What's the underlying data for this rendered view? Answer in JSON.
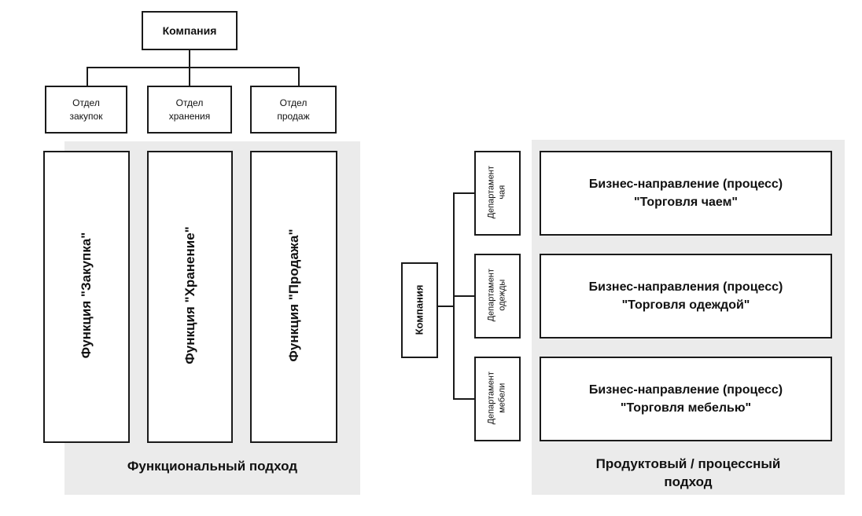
{
  "functional": {
    "company": "Компания",
    "departments": [
      "Отдел\nзакупок",
      "Отдел\nхранения",
      "Отдел\nпродаж"
    ],
    "functions": [
      "Функция \"Закупка\"",
      "Функция \"Хранение\"",
      "Функция \"Продажа\""
    ],
    "caption": "Функциональный подход"
  },
  "product": {
    "company": "Компания",
    "departments": [
      "Департамент\nчая",
      "Департамент\nодежды",
      "Департамент\nмебели"
    ],
    "business": [
      "Бизнес-направление (процесс)\n\"Торговля чаем\"",
      "Бизнес-направления (процесс)\n\"Торговля одеждой\"",
      "Бизнес-направление (процесс)\n\"Торговля мебелью\""
    ],
    "caption": "Продуктовый / процессный\nподход"
  }
}
